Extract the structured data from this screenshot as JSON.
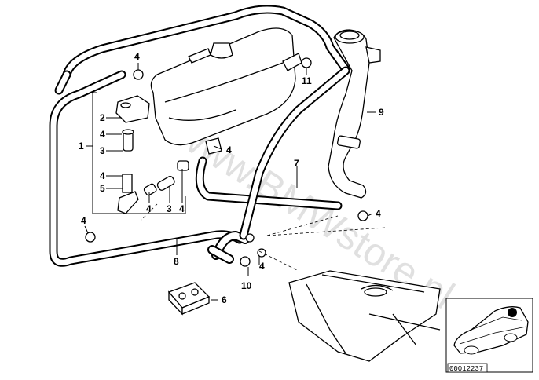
{
  "watermark": "www.BMWstore.pl",
  "labels": {
    "callout_1": "1",
    "callout_2": "2",
    "callout_3a": "3",
    "callout_3b": "3",
    "callout_4_top": "4",
    "callout_4_left": "4",
    "callout_4_left2": "4",
    "callout_4_mid": "4",
    "callout_4_mid2": "4",
    "callout_4_right": "4",
    "callout_4_bottomleft": "4",
    "callout_4_bottom": "4",
    "callout_4_upperright": "4",
    "callout_5": "5",
    "callout_6": "6",
    "callout_7": "7",
    "callout_8": "8",
    "callout_9": "9",
    "callout_10": "10",
    "callout_11": "11"
  },
  "inset": {
    "ref_number": "00012237"
  }
}
